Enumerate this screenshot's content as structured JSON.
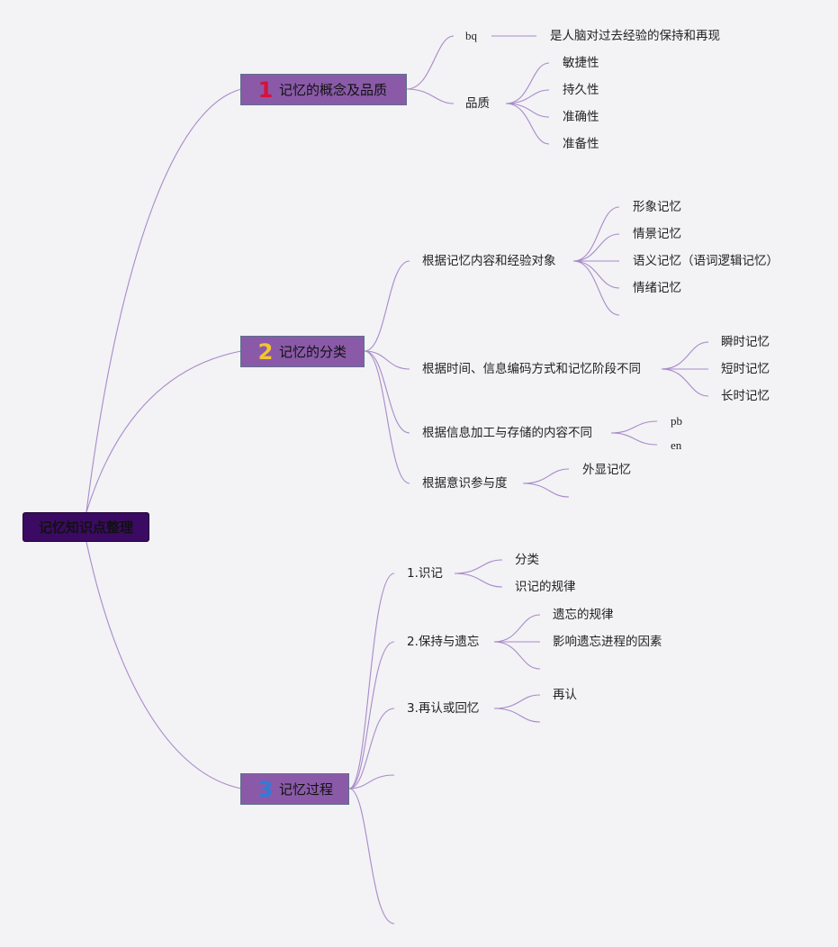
{
  "root": "记忆知识点整理",
  "topic1": {
    "num": "1",
    "num_color": "#d6123c",
    "label": "记忆的概念及品质",
    "bq": "bq",
    "bq_def": "是人脑对过去经验的保持和再现",
    "quality": "品质",
    "qualities": [
      "敏捷性",
      "持久性",
      "准确性",
      "准备性"
    ]
  },
  "topic2": {
    "num": "2",
    "num_color": "#f2c531",
    "label": "记忆的分类",
    "c1": {
      "label": "根据记忆内容和经验对象",
      "items": [
        "形象记忆",
        "情景记忆",
        "语义记忆（语词逻辑记忆）",
        "情绪记忆"
      ]
    },
    "c2": {
      "label": "根据时间、信息编码方式和记忆阶段不同",
      "items": [
        "瞬时记忆",
        "短时记忆",
        "长时记忆"
      ]
    },
    "c3": {
      "label": "根据信息加工与存储的内容不同",
      "items": [
        "pb",
        "en"
      ]
    },
    "c4": {
      "label": "根据意识参与度",
      "items": [
        "外显记忆"
      ]
    }
  },
  "topic3": {
    "num": "3",
    "num_color": "#2f7bdc",
    "label": "记忆过程",
    "p1": {
      "label": "1.识记",
      "items": [
        "分类",
        "识记的规律"
      ]
    },
    "p2": {
      "label": "2.保持与遗忘",
      "items": [
        "遗忘的规律",
        "影响遗忘进程的因素"
      ]
    },
    "p3": {
      "label": "3.再认或回忆",
      "items": [
        "再认"
      ]
    }
  },
  "colors": {
    "line": "#a78bc9",
    "topic_bg": "#8a5aa8",
    "root_bg": "#3b0a63",
    "background": "#f3f2f5"
  }
}
